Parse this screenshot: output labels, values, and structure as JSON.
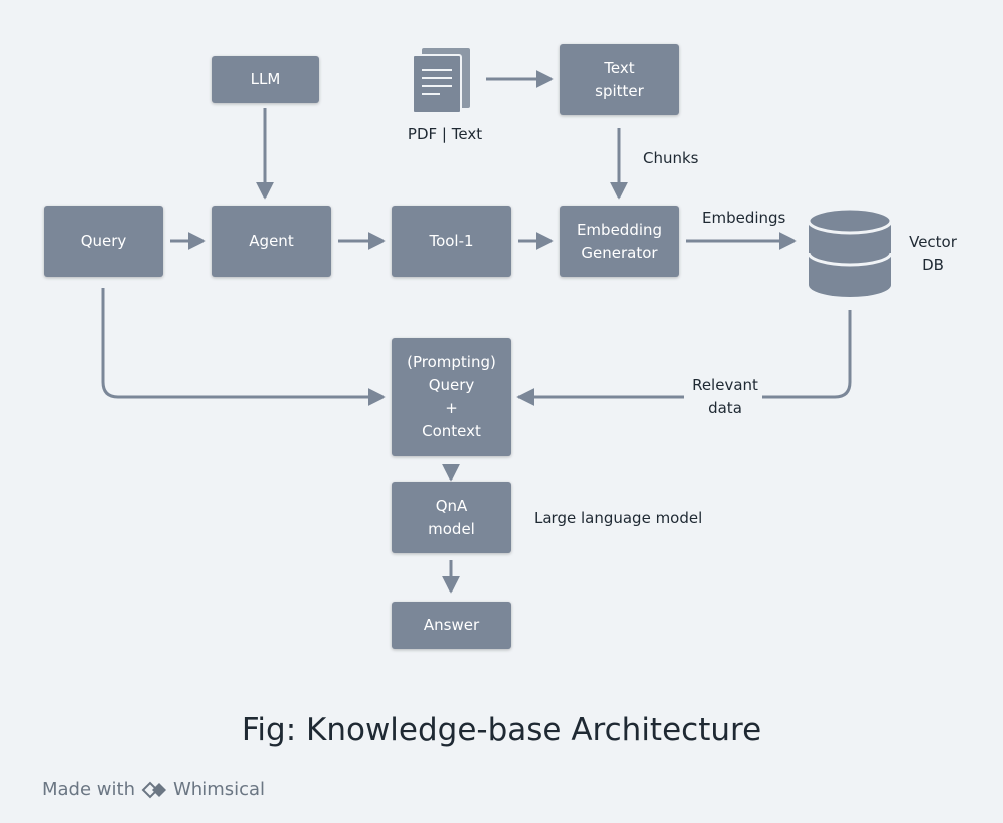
{
  "nodes": {
    "llm": "LLM",
    "text_splitter": "Text\nspitter",
    "query": "Query",
    "agent": "Agent",
    "tool1": "Tool-1",
    "embedding_generator": "Embedding\nGenerator",
    "prompting": "(Prompting)\nQuery\n+\nContext",
    "qna_model": "QnA\nmodel",
    "answer": "Answer"
  },
  "labels": {
    "pdf_text": "PDF | Text",
    "chunks": "Chunks",
    "embeddings": "Embedings",
    "vector_db": "Vector\nDB",
    "relevant_data": "Relevant\ndata",
    "large_language_model": "Large language model"
  },
  "caption": "Fig: Knowledge-base Architecture",
  "footer": {
    "made_with": "Made with",
    "brand": "Whimsical"
  },
  "colors": {
    "background": "#f0f3f6",
    "node": "#7b8798",
    "arrow": "#7b8798",
    "text": "#1f2933"
  },
  "icons": {
    "document": "document-icon",
    "database": "database-icon",
    "whimsical_logo": "whimsical-logo-icon"
  }
}
